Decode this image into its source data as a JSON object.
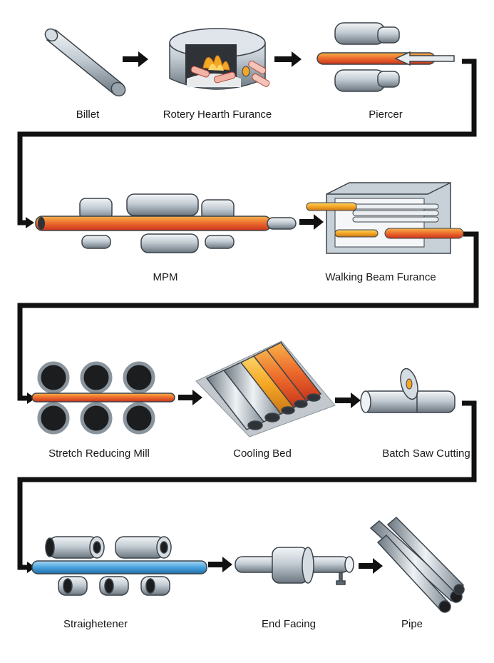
{
  "diagram": {
    "steps": [
      {
        "id": "billet",
        "label": "Billet"
      },
      {
        "id": "rotary-hearth-furnace",
        "label": "Rotery Hearth Furance"
      },
      {
        "id": "piercer",
        "label": "Piercer"
      },
      {
        "id": "mpm",
        "label": "MPM"
      },
      {
        "id": "walking-beam-furnace",
        "label": "Walking Beam Furance"
      },
      {
        "id": "stretch-reducing-mill",
        "label": "Stretch Reducing Mill"
      },
      {
        "id": "cooling-bed",
        "label": "Cooling Bed"
      },
      {
        "id": "batch-saw-cutting",
        "label": "Batch Saw Cutting"
      },
      {
        "id": "straightener",
        "label": "Straighetener"
      },
      {
        "id": "end-facing",
        "label": "End Facing"
      },
      {
        "id": "pipe",
        "label": "Pipe"
      }
    ],
    "colors": {
      "hot_pipe": "#e8562a",
      "hot_pipe_highlight": "#f5a623",
      "cool_pipe": "#4aa3df",
      "steel_light": "#e6ebef",
      "steel_mid": "#a8b2bb",
      "steel_dark": "#5c6670",
      "arrow": "#111111"
    }
  }
}
